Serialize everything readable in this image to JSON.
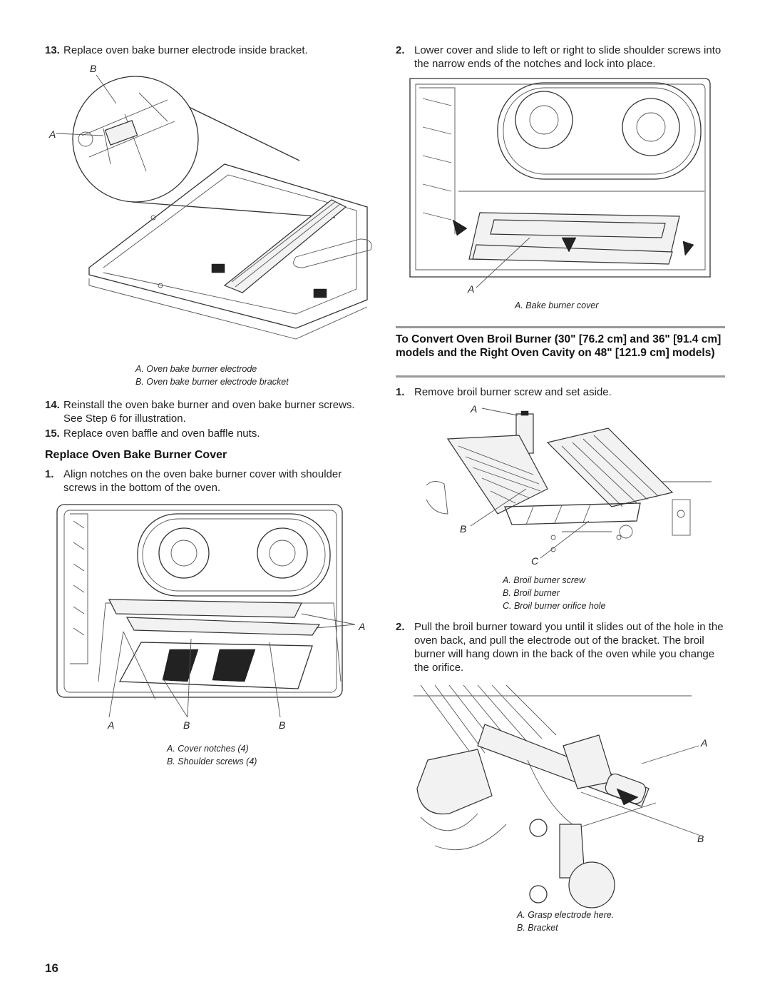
{
  "left": {
    "step13": {
      "num": "13.",
      "text": "Replace oven bake burner electrode inside bracket."
    },
    "fig1": {
      "callouts": [
        "B",
        "A"
      ],
      "captions": [
        "A. Oven bake burner electrode",
        "B. Oven bake burner electrode bracket"
      ]
    },
    "step14": {
      "num": "14.",
      "text": "Reinstall the oven bake burner and oven bake burner screws. See Step 6 for illustration."
    },
    "step15": {
      "num": "15.",
      "text": "Replace oven baffle and oven baffle nuts."
    },
    "section_heading": "Replace Oven Bake Burner Cover",
    "step1": {
      "num": "1.",
      "text": "Align notches on the oven bake burner cover with shoulder screws in the bottom of the oven."
    },
    "fig2": {
      "callouts": [
        "A",
        "A",
        "B",
        "B"
      ],
      "captions": [
        "A. Cover notches (4)",
        "B. Shoulder screws (4)"
      ]
    }
  },
  "right": {
    "step2": {
      "num": "2.",
      "text": "Lower cover and slide to left or right to slide shoulder screws into the narrow ends of the notches and lock into place."
    },
    "fig3": {
      "callouts": [
        "A"
      ],
      "captions": [
        "A. Bake burner cover"
      ]
    },
    "section_heading": "To Convert Oven Broil Burner (30\" [76.2 cm] and 36\" [91.4 cm] models and the Right Oven Cavity on 48\" [121.9 cm] models)",
    "step1": {
      "num": "1.",
      "text": "Remove broil burner screw and set aside."
    },
    "fig4": {
      "callouts": [
        "A",
        "B",
        "C"
      ],
      "captions": [
        "A. Broil burner screw",
        "B. Broil burner",
        "C. Broil burner orifice hole"
      ]
    },
    "step2b": {
      "num": "2.",
      "text": "Pull the broil burner toward you until it slides out of the hole in the oven back, and pull the electrode out of the bracket. The broil burner will hang down in the back of the oven while you change the orifice."
    },
    "fig5": {
      "callouts": [
        "A",
        "B"
      ],
      "captions": [
        "A. Grasp electrode here.",
        "B. Bracket"
      ]
    }
  },
  "page_number": "16"
}
